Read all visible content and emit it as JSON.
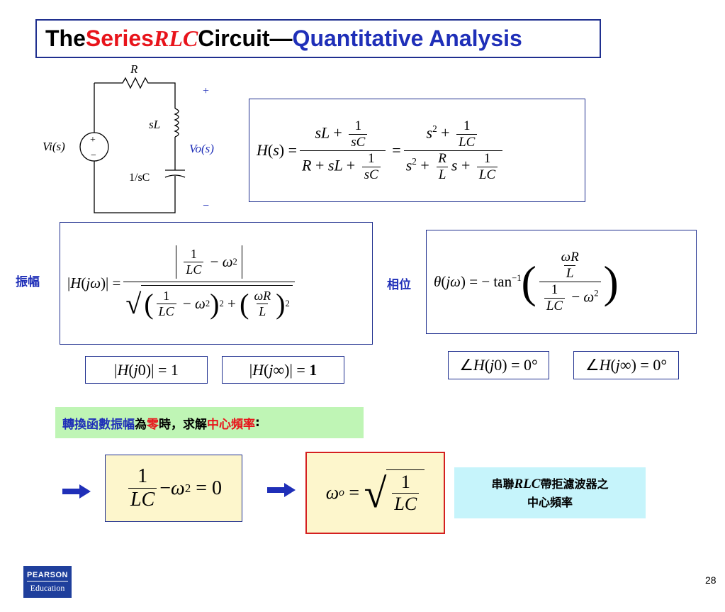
{
  "title": {
    "part1": "The ",
    "part2": "Series ",
    "part3": "RLC",
    "part4": " Circuit—",
    "part5": "Quantitative Analysis"
  },
  "circuit": {
    "r_label": "R",
    "l_label": "sL",
    "c_label": "1/sC",
    "vi_label": "Vi(s)",
    "vo_label": "Vo(s)",
    "plus": "+",
    "minus": "−"
  },
  "labels": {
    "magnitude": "振幅",
    "phase": "相位"
  },
  "banner": {
    "seg1": "轉換函數振幅",
    "seg2": "為",
    "seg3": "零",
    "seg4": "時，求解",
    "seg5": "中心頻率",
    "seg6": ":"
  },
  "note": {
    "line1a": "串聯",
    "line1b": "RLC",
    "line1c": "帶拒濾波器之",
    "line2": "中心頻率"
  },
  "page_number": "28",
  "logo": {
    "top": "PEARSON",
    "bottom": "Education"
  },
  "colors": {
    "title_blue": "#1f2fb8",
    "accent_red": "#e8141b",
    "banner_bg": "#bff5b5",
    "note_bg": "#c6f4fb",
    "result_bg": "#fdf6cc",
    "result_border": "#d42020"
  }
}
